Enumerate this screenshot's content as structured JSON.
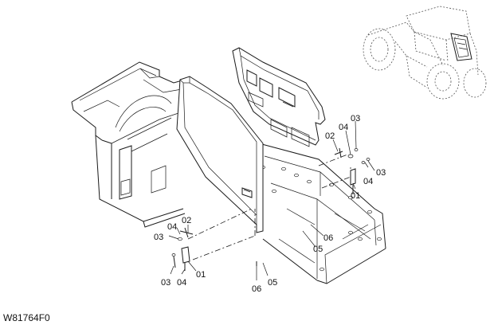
{
  "drawing_code": "W81764F0",
  "labels": {
    "upper_02": "02",
    "upper_04a": "04",
    "upper_03a": "03",
    "upper_04b": "04",
    "upper_03b": "03",
    "upper_01": "01",
    "mid_06": "06",
    "mid_05": "05",
    "lower_04a": "04",
    "lower_02": "02",
    "lower_03a": "03",
    "lower_03b": "03",
    "lower_04b": "04",
    "lower_01": "01",
    "bottom_06": "06",
    "bottom_05": "05"
  }
}
